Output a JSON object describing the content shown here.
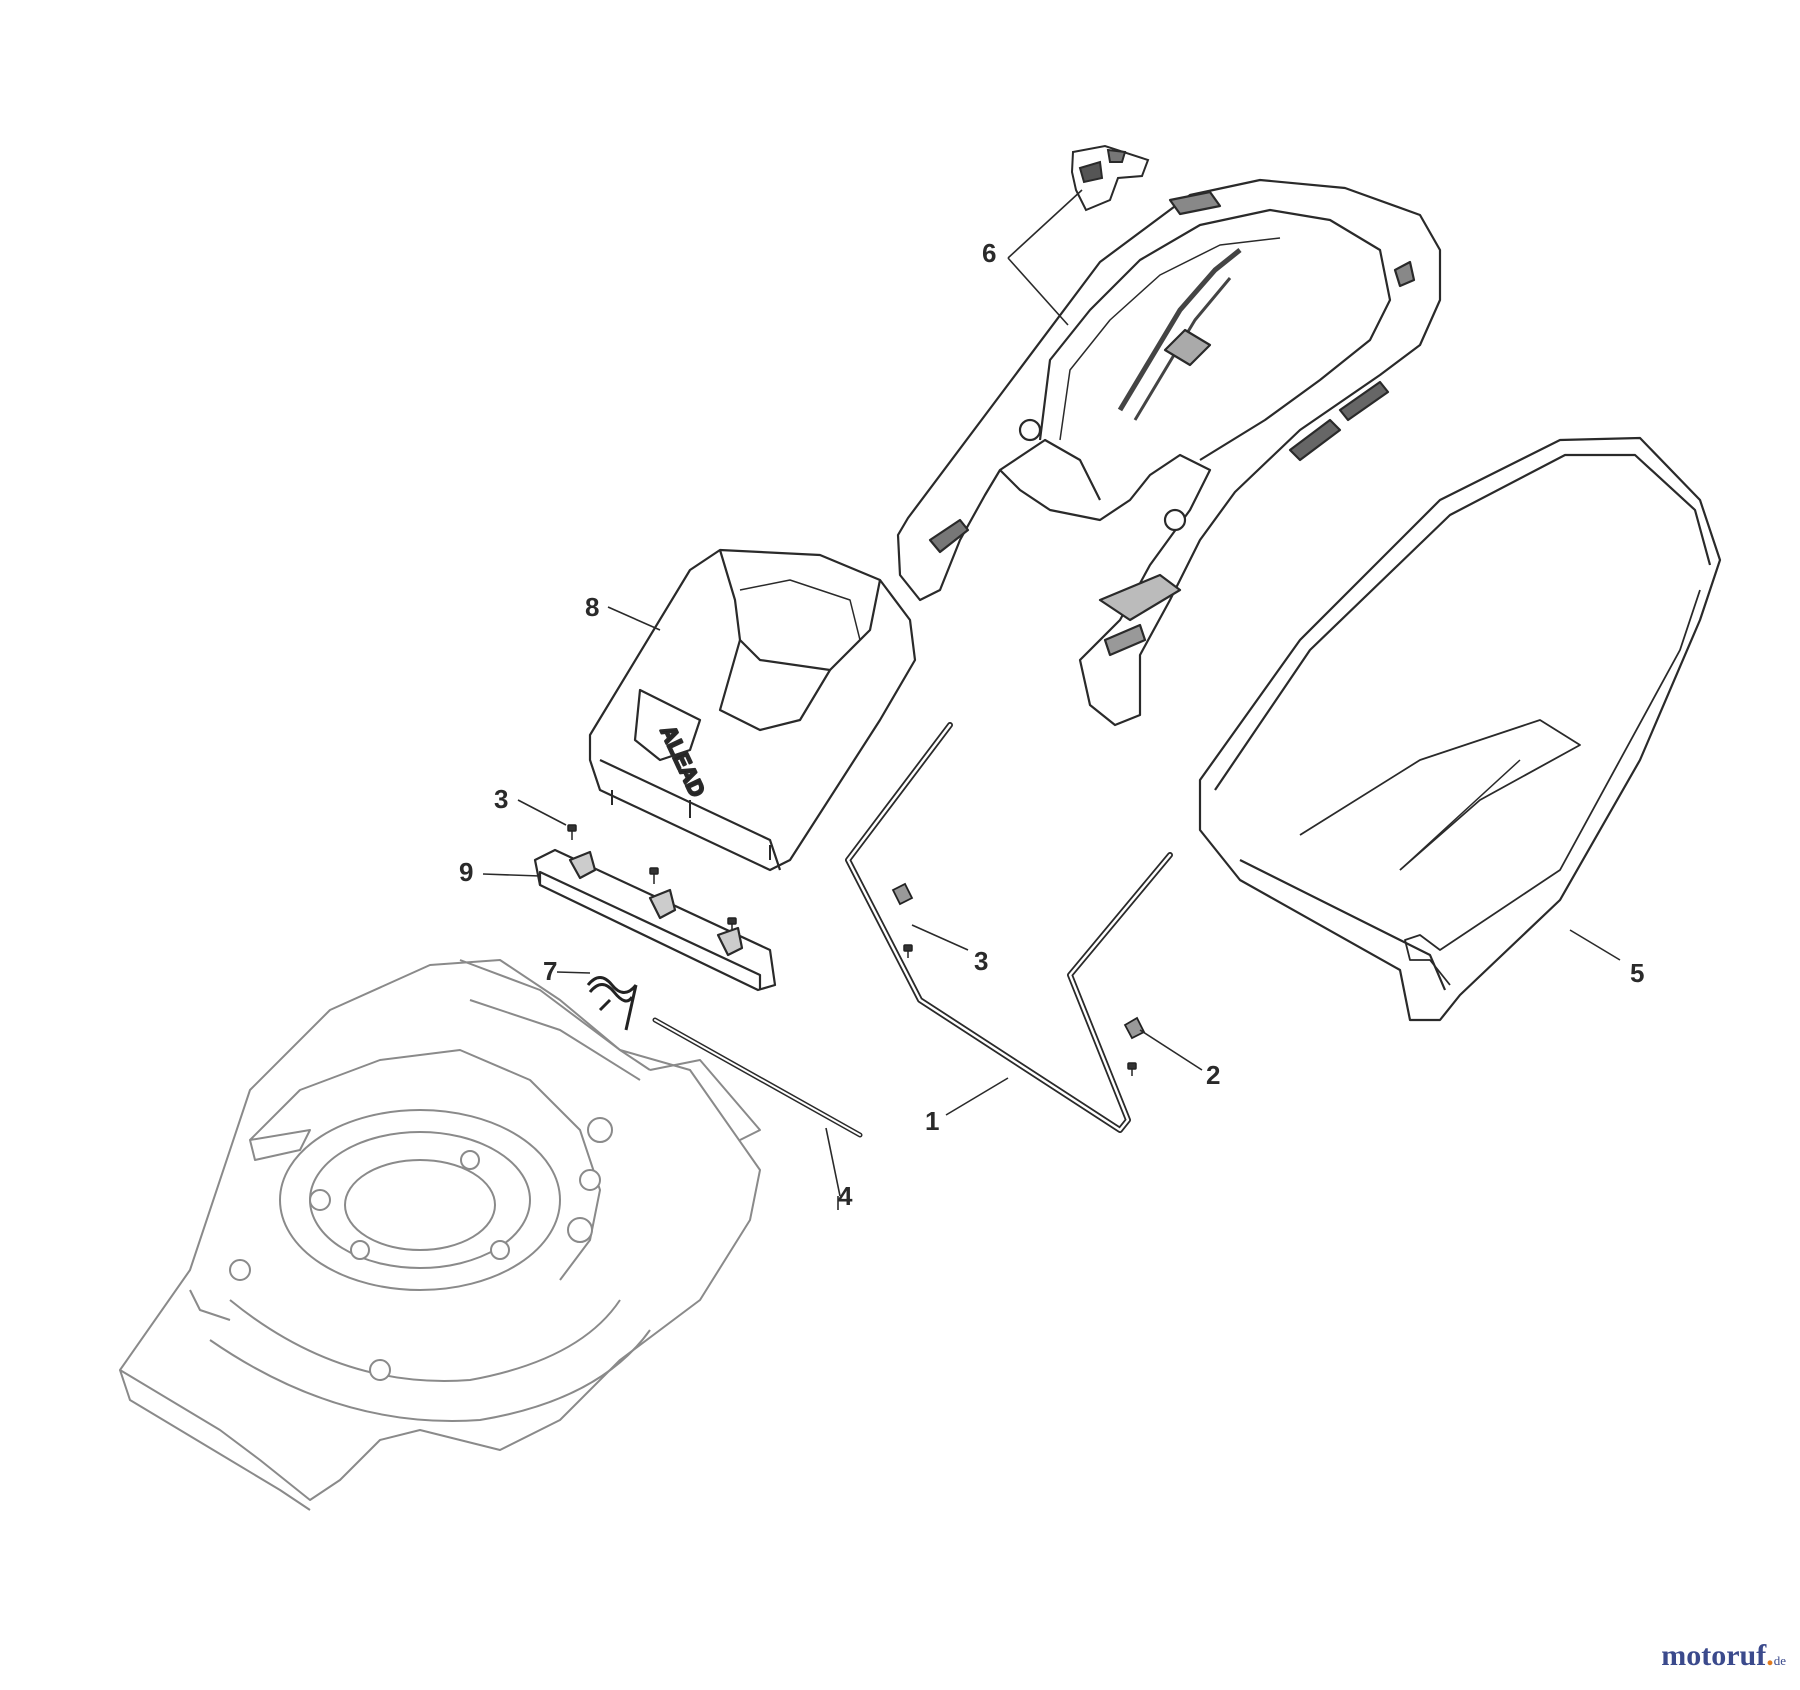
{
  "callouts": {
    "c1": "1",
    "c2": "2",
    "c3a": "3",
    "c3b": "3",
    "c4": "4",
    "c5": "5",
    "c6": "6",
    "c7": "7",
    "c8": "8",
    "c9": "9"
  },
  "watermark": {
    "main": "motoruf",
    "accent": ".",
    "suffix": "de"
  },
  "colors": {
    "line": "#2a2a2a",
    "faded_line": "#8a8a8a",
    "brand_blue": "#3b4a8c",
    "brand_orange": "#e07a1f"
  }
}
